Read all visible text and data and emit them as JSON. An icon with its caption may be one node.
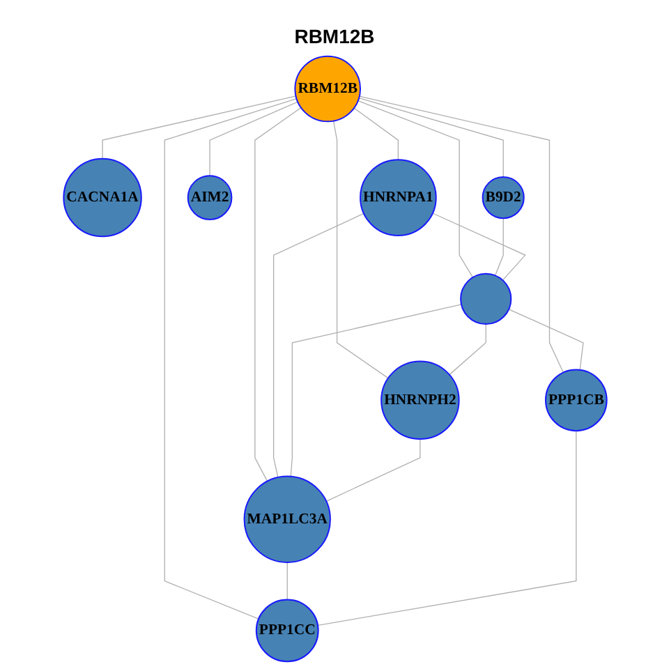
{
  "diagram": {
    "title": "RBM12B",
    "nodes": [
      {
        "text": [
          "CACNA1A"
        ]
      },
      {
        "text": [
          "B9D2"
        ]
      },
      {
        "text": [
          "AIM2"
        ]
      },
      {
        "text": [
          "HNRNPA1"
        ]
      },
      {
        "text": [
          "RBM12B"
        ]
      },
      {
        "text": [],
        "shape": "circle"
      },
      {
        "text": [
          "HNRNPH2"
        ]
      },
      {
        "text": [
          "PPP1CB"
        ]
      },
      {
        "text": [
          "MAP1LC3A"
        ]
      },
      {
        "text": [
          "PPP1CC"
        ]
      }
    ],
    "edges": [
      {
        "from": 4,
        "to": 0,
        "arrow": "none"
      },
      {
        "from": 4,
        "to": 1,
        "arrow": "none"
      },
      {
        "from": 4,
        "to": 2,
        "arrow": "none"
      },
      {
        "from": 4,
        "to": 3,
        "arrow": "none"
      },
      {
        "from": 4,
        "to": 5,
        "arrow": "none"
      },
      {
        "from": 4,
        "to": 6,
        "arrow": "none"
      },
      {
        "from": 4,
        "to": 7,
        "arrow": "none"
      },
      {
        "from": 4,
        "to": 8,
        "arrow": "none"
      },
      {
        "from": 4,
        "to": 9,
        "arrow": "none"
      },
      {
        "from": 1,
        "to": 5,
        "arrow": "none"
      },
      {
        "from": 3,
        "to": 5,
        "arrow": "none"
      },
      {
        "from": 3,
        "to": 8,
        "arrow": "none"
      },
      {
        "from": 5,
        "to": 6,
        "arrow": "none"
      },
      {
        "from": 5,
        "to": 8,
        "arrow": "none"
      },
      {
        "from": 5,
        "to": 7,
        "arrow": "none"
      },
      {
        "from": 6,
        "to": 8,
        "arrow": "none"
      },
      {
        "from": 8,
        "to": 9,
        "arrow": "none"
      },
      {
        "from": 7,
        "to": 9,
        "arrow": "none"
      }
    ]
  }
}
